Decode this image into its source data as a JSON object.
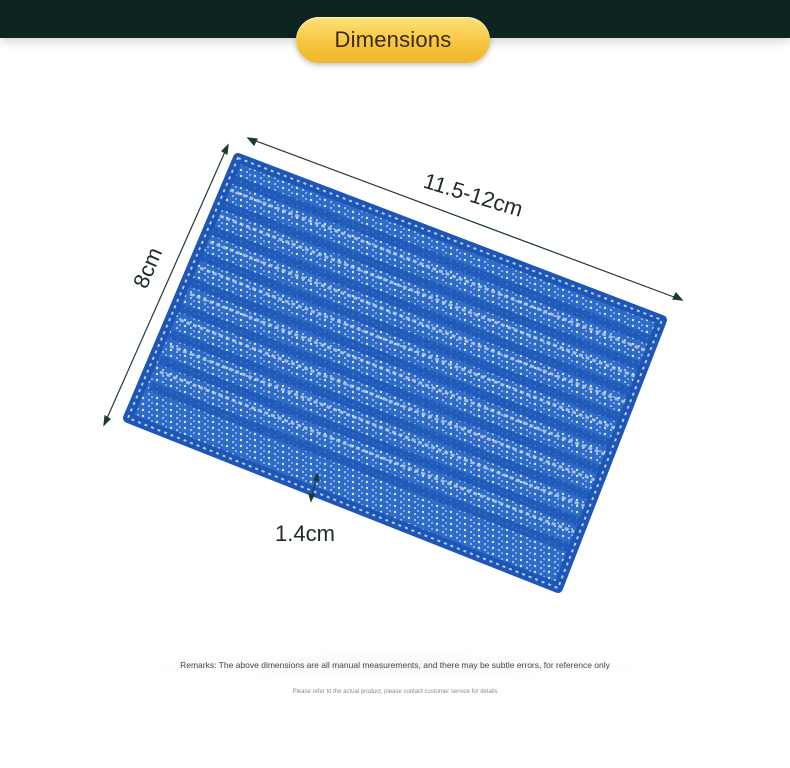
{
  "header": {
    "title": "Dimensions"
  },
  "dimensions": {
    "length": "11.5-12cm",
    "width": "8cm",
    "thickness": "1.4cm"
  },
  "product": {
    "name_icon": "mop-pad-image",
    "color": "#2e6ac8"
  },
  "footer": {
    "remarks": "Remarks: The above dimensions are all manual measurements, and there may be subtle errors, for reference only",
    "note": "Please refer to the actual product, please contact customer service for details"
  },
  "colors": {
    "header_band": "#0d2520",
    "title_pill": "#f7c640",
    "arrow": "#1e3a34"
  }
}
